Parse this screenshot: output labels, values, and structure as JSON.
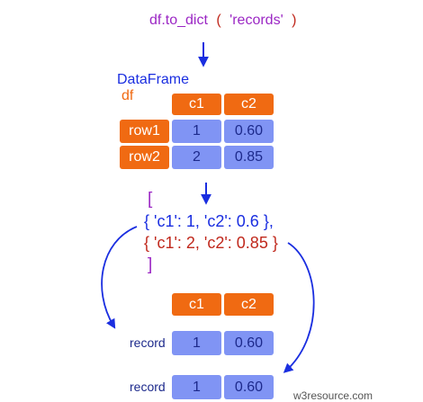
{
  "colors": {
    "purple": "#9b27c4",
    "blue": "#1a2ee0",
    "orange": "#f06a12",
    "red": "#c0281c",
    "blue_cell": "#8094f4",
    "navy": "#1d2a8c",
    "arrow": "#1a2ee0"
  },
  "code": {
    "func": "df.to_dict",
    "open_paren": "(",
    "arg": "'records'",
    "close_paren": ")"
  },
  "dataframe": {
    "label": "DataFrame",
    "var": "df",
    "columns": [
      "c1",
      "c2"
    ],
    "rows": [
      {
        "label": "row1",
        "values": [
          "1",
          "0.60"
        ]
      },
      {
        "label": "row2",
        "values": [
          "2",
          "0.85"
        ]
      }
    ]
  },
  "output": {
    "open_bracket": "[",
    "line1": "{ 'c1': 1, 'c2': 0.6 },",
    "line2": "{ 'c1': 2, 'c2': 0.85 }",
    "close_bracket": "]"
  },
  "records": {
    "columns": [
      "c1",
      "c2"
    ],
    "rows": [
      {
        "label": "record",
        "values": [
          "1",
          "0.60"
        ]
      },
      {
        "label": "record",
        "values": [
          "1",
          "0.60"
        ]
      }
    ]
  },
  "watermark": "w3resource.com"
}
